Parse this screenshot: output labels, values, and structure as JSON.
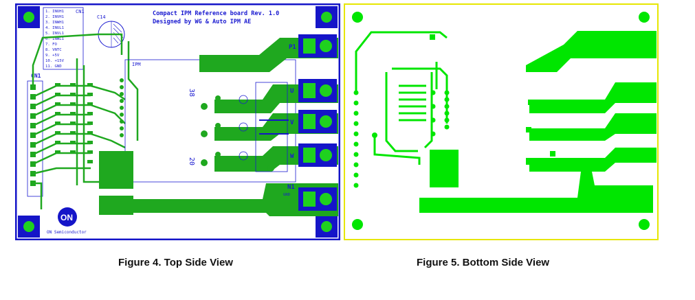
{
  "figures": [
    {
      "caption": "Figure 4. Top Side View",
      "board": {
        "title": "Compact IPM Reference board Rev. 1.0",
        "designer": "Designed by WG & Auto IPM AE",
        "connector_label": "CN1",
        "connector_label_side": "CN1",
        "cap_label": "C14",
        "ipm_label": "IPM",
        "pin_start": "38",
        "pin_end": "20",
        "logo_text": "ON",
        "company": "ON Semiconductor",
        "terminal_p": "P1",
        "terminal_u": "U",
        "terminal_v": "V",
        "terminal_w": "W",
        "terminal_n": "N1",
        "gnd_label": "GND",
        "pin_list": [
          "1. INUH1",
          "2. INVH1",
          "3. INWH1",
          "4. INUL1",
          "5. INVL1",
          "6. INWL1",
          "7. FO",
          "8. VNTC",
          "9. +5V",
          "10. +15V",
          "11. GND"
        ]
      }
    },
    {
      "caption": "Figure 5. Bottom Side View"
    }
  ],
  "colors": {
    "copper_green": "#1fa81f",
    "bright_green": "#00e600",
    "top_border": "#1515c8",
    "bottom_border": "#e6e600",
    "silkscreen": "#1a1ad0",
    "pad": "#0a7a0a"
  }
}
